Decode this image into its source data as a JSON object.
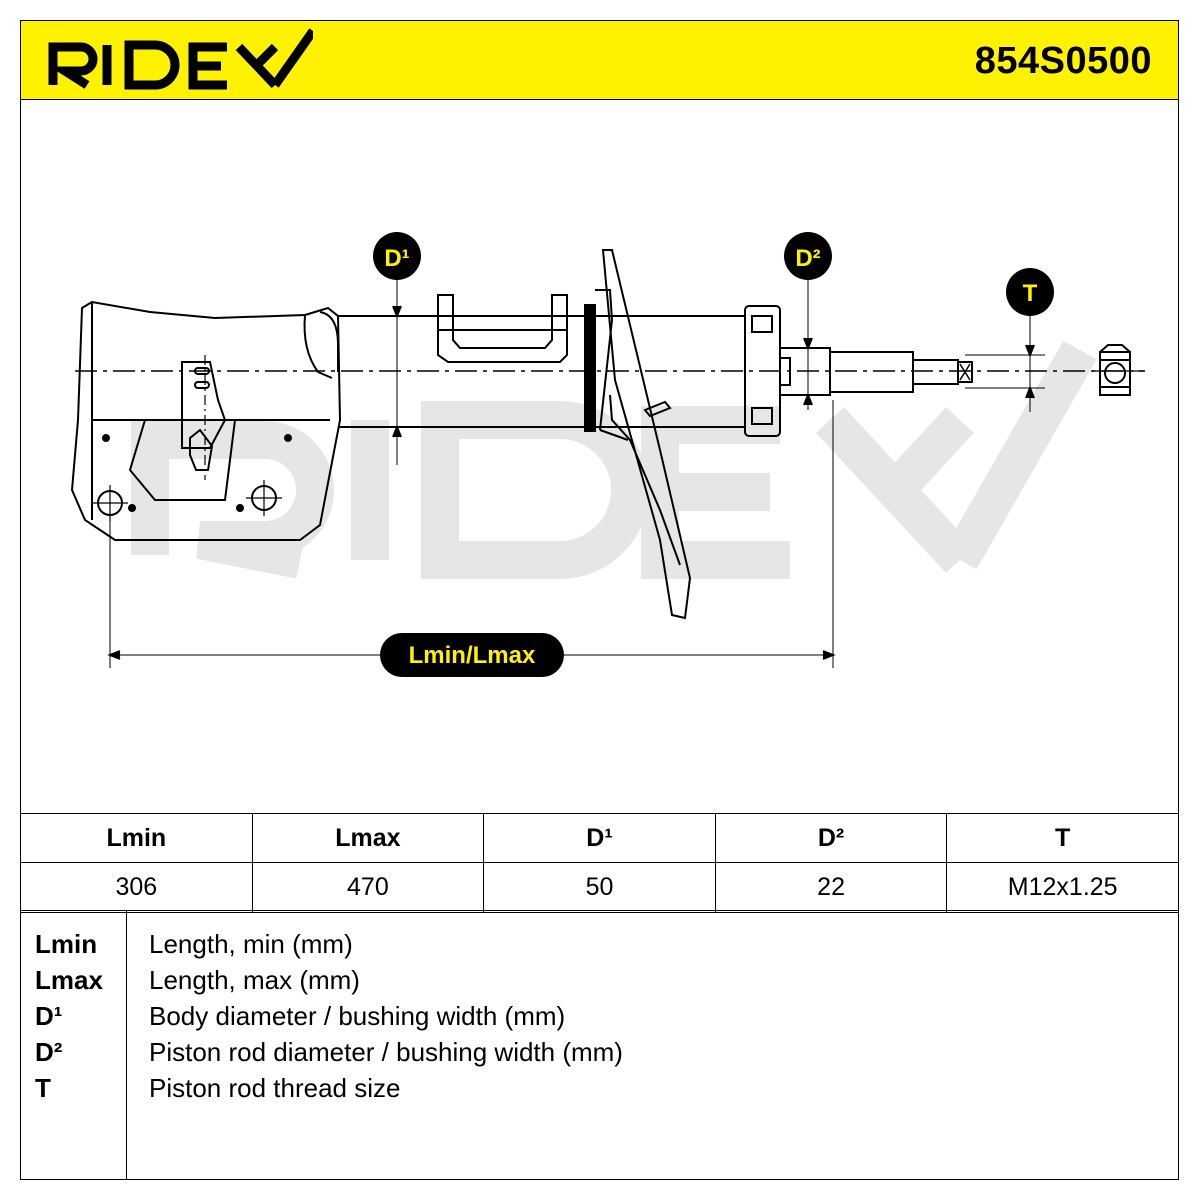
{
  "header": {
    "brand": "RIDEX",
    "part_number": "854S0500",
    "accent_color": "#fff200"
  },
  "drawing": {
    "labels": {
      "d1": "D¹",
      "d2": "D²",
      "t": "T",
      "length": "Lmin/Lmax"
    },
    "watermark": "RIDEX"
  },
  "spec_table": {
    "headers": [
      "Lmin",
      "Lmax",
      "D¹",
      "D²",
      "T"
    ],
    "values": [
      "306",
      "470",
      "50",
      "22",
      "M12x1.25"
    ]
  },
  "legend": [
    {
      "key": "Lmin",
      "desc": "Length, min (mm)"
    },
    {
      "key": "Lmax",
      "desc": "Length, max (mm)"
    },
    {
      "key": "D¹",
      "desc": "Body diameter / bushing width (mm)"
    },
    {
      "key": "D²",
      "desc": "Piston rod diameter / bushing width (mm)"
    },
    {
      "key": "T",
      "desc": "Piston rod thread size"
    }
  ]
}
